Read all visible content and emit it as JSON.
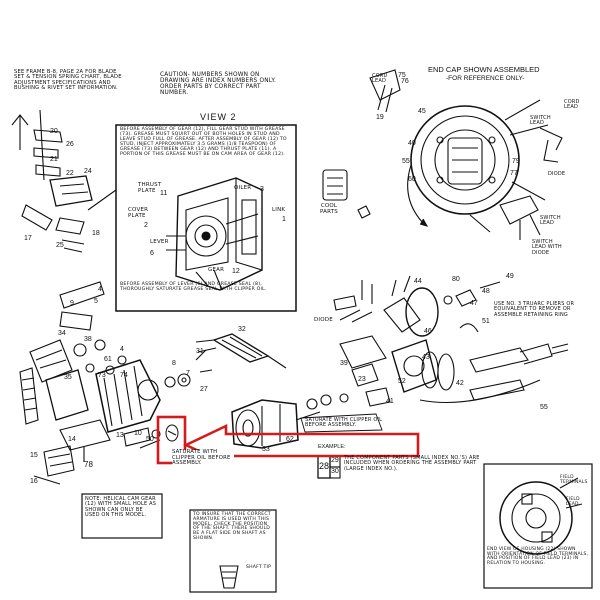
{
  "notes": {
    "top_left": "SEE FRAME B-8, PAGE 2A FOR BLADE SET & TENSION SPRING CHART, BLADE ADJUSTMENT SPECIFICATIONS AND BUSHING & RIVET SET INFORMATION.",
    "caution": "CAUTION- NUMBERS SHOWN ON DRAWING ARE INDEX NUMBERS ONLY. ORDER PARTS BY CORRECT PART NUMBER.",
    "view_title": "VIEW 2",
    "view_text": "BEFORE ASSEMBLY OF GEAR (12), FILL GEAR STUD WITH GREASE (73). GREASE MUST SQUIRT OUT OF BOTH HOLES IN STUD AND LEAVE STUD FULL OF GREASE. AFTER ASSEMBLY OF GEAR (12) TO STUD, INJECT APPROXIMATELY 3.5 GRAMS (1/8 TEASPOON) OF GREASE (73) BETWEEN GEAR (12) AND THRUST PLATE (11). A PORTION OF THIS GREASE MUST BE ON CAM AREA OF GEAR (12).",
    "view_bottom": "BEFORE ASSEMBLY OF LEVER (6) AND GREASE SEAL (8), THOROUGHLY SATURATE GREASE SEAL WITH CLIPPER OIL.",
    "end_cap_title": "END CAP SHOWN ASSEMBLED",
    "end_cap_sub": "-FOR REFERENCE ONLY-",
    "cool_parts": "COOL PARTS",
    "use_pliers": "USE NO. 3 TRUARC PLIERS OR EQUIVALENT TO REMOVE OR ASSEMBLE RETAINING RING",
    "saturate_right": "SATURATE WITH CLIPPER OIL BEFORE ASSEMBLY.",
    "saturate_left": "SATURATE WITH CLIPPER OIL BEFORE ASSEMBLY.",
    "example": "EXAMPLE:",
    "component_note": "THE COMPONENT PARTS (SMALL INDEX NO.'S) ARE INCLUDED WHEN ORDERING THE ASSEMBLY PART (LARGE INDEX NO.).",
    "note_helical": "NOTE: HELICAL CAM GEAR (12) WITH SMALL HOLE AS SHOWN CAN ONLY BE USED ON THIS MODEL.",
    "armature_note": "TO INSURE THAT THE CORRECT ARMATURE IS USED WITH THIS MODEL, CHECK THE POSITION OF THE SHAFT. THERE SHOULD BE A FLAT SIDE ON SHAFT AS SHOWN.",
    "shaft_tip": "SHAFT TIP",
    "housing_note": "END VIEW OF HOUSING (22) SHOWN WITH ORIENTATION OF FIELD TERMINALS, AND POSITION OF FIELD LEAD (23) IN RELATION TO HOUSING.",
    "field_terminals": "FIELD TERMINALS",
    "field_lead": "FIELD LEAD",
    "cord_lead": "CORD LEAD",
    "switch_lead": "SWITCH LEAD",
    "diode": "DIODE",
    "switch_lead_diode": "SWITCH LEAD WITH DIODE",
    "cord_lead_2": "CORD LEAD",
    "switch_lead_2": "SWITCH LEAD",
    "thrust_plate": "THRUST PLATE",
    "oiler": "OILER",
    "cover_plate": "COVER PLATE",
    "link": "LINK",
    "lever": "LEVER",
    "gear": "GEAR",
    "diode_left": "DIODE"
  },
  "example_numbers": [
    "28",
    "29",
    "30"
  ],
  "callouts": [
    {
      "id": "c20",
      "text": "20"
    },
    {
      "id": "c26",
      "text": "26"
    },
    {
      "id": "c21",
      "text": "21"
    },
    {
      "id": "c22",
      "text": "22"
    },
    {
      "id": "c24",
      "text": "24"
    },
    {
      "id": "c17",
      "text": "17"
    },
    {
      "id": "c25",
      "text": "25"
    },
    {
      "id": "c18",
      "text": "18"
    },
    {
      "id": "c3",
      "text": "3"
    },
    {
      "id": "c11",
      "text": "11"
    },
    {
      "id": "c2",
      "text": "2"
    },
    {
      "id": "c6",
      "text": "6"
    },
    {
      "id": "c12",
      "text": "12"
    },
    {
      "id": "c1",
      "text": "1"
    },
    {
      "id": "c75",
      "text": "75"
    },
    {
      "id": "c19",
      "text": "19"
    },
    {
      "id": "c45",
      "text": "45"
    },
    {
      "id": "c40",
      "text": "40"
    },
    {
      "id": "c55",
      "text": "55"
    },
    {
      "id": "c60",
      "text": "60"
    },
    {
      "id": "c77",
      "text": "77"
    },
    {
      "id": "c76",
      "text": "76"
    },
    {
      "id": "c79",
      "text": "79"
    },
    {
      "id": "c46",
      "text": "46"
    },
    {
      "id": "c44",
      "text": "44"
    },
    {
      "id": "c43",
      "text": "43"
    },
    {
      "id": "c49",
      "text": "49"
    },
    {
      "id": "c47",
      "text": "47"
    },
    {
      "id": "c48",
      "text": "48"
    },
    {
      "id": "c80",
      "text": "80"
    },
    {
      "id": "c51",
      "text": "51"
    },
    {
      "id": "c42",
      "text": "42"
    },
    {
      "id": "c41",
      "text": "41"
    },
    {
      "id": "c52",
      "text": "52"
    },
    {
      "id": "c39",
      "text": "39"
    },
    {
      "id": "c55b",
      "text": "55"
    },
    {
      "id": "c32",
      "text": "32"
    },
    {
      "id": "c31",
      "text": "31"
    },
    {
      "id": "c27",
      "text": "27"
    },
    {
      "id": "c33",
      "text": "33"
    },
    {
      "id": "c62",
      "text": "62"
    },
    {
      "id": "c13",
      "text": "13"
    },
    {
      "id": "c14",
      "text": "14"
    },
    {
      "id": "c10",
      "text": "10"
    },
    {
      "id": "c50",
      "text": "50"
    },
    {
      "id": "c15",
      "text": "15"
    },
    {
      "id": "c16",
      "text": "16"
    },
    {
      "id": "c78",
      "text": "78"
    },
    {
      "id": "c4",
      "text": "4"
    },
    {
      "id": "c9",
      "text": "9"
    },
    {
      "id": "c34",
      "text": "34"
    },
    {
      "id": "c38",
      "text": "38"
    },
    {
      "id": "c35",
      "text": "35"
    },
    {
      "id": "c61",
      "text": "61"
    },
    {
      "id": "c74",
      "text": "74"
    },
    {
      "id": "c4b",
      "text": "4"
    },
    {
      "id": "c73",
      "text": "73"
    },
    {
      "id": "c8",
      "text": "8"
    },
    {
      "id": "c7",
      "text": "7"
    },
    {
      "id": "c5",
      "text": "5"
    },
    {
      "id": "c23",
      "text": "23"
    }
  ],
  "highlight": {
    "color": "#d31b1b"
  }
}
